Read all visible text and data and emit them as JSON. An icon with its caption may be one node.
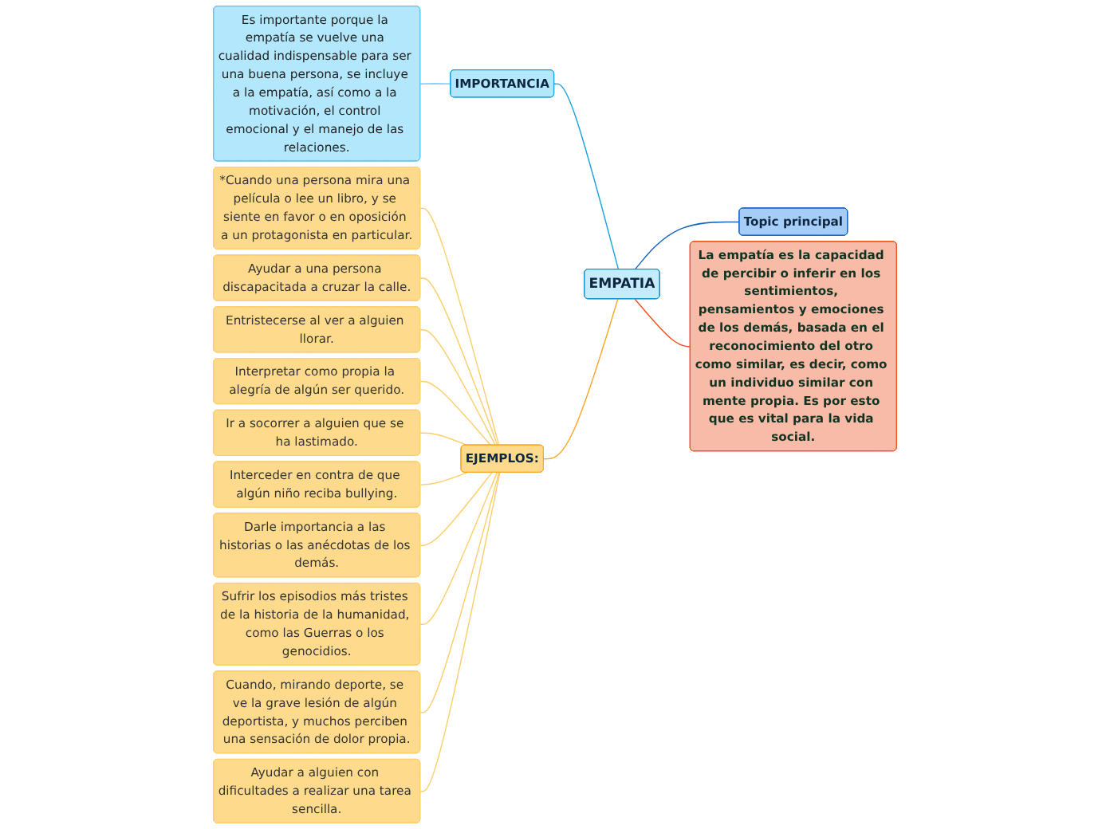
{
  "diagram": {
    "nodes": [
      {
        "text": [
          "EMPATIA"
        ]
      },
      {
        "text": [
          "Topic principal"
        ]
      },
      {
        "text": [
          "IMPORTANCIA"
        ]
      },
      {
        "text": [
          "Es importante porque la empatía se vuelve una cualidad indispensable para ser una buena persona, se incluye a la empatía, así como a la motivación, el control emocional y el manejo de las relaciones."
        ]
      },
      {
        "text": [
          "La empatía es la capacidad de percibir o inferir en los sentimientos, pensamientos y emociones de los demás, basada en el reconocimiento del otro como similar, es decir, como un individuo similar con mente propia. Es por esto que es vital para la vida social."
        ]
      },
      {
        "text": [
          "EJEMPLOS:"
        ]
      },
      {
        "text": [
          "*Cuando una persona mira una película o lee un libro, y se siente en favor o en oposición a un protagonista en particular."
        ]
      },
      {
        "text": [
          "Ayudar a una persona discapacitada a cruzar la calle."
        ]
      },
      {
        "text": [
          "Entristecerse al ver a alguien llorar."
        ]
      },
      {
        "text": [
          "Interpretar como propia la alegría de algún ser querido."
        ]
      },
      {
        "text": [
          "Ir a socorrer a alguien que se ha lastimado."
        ]
      },
      {
        "text": [
          "Interceder en contra de que algún niño reciba bullying."
        ]
      },
      {
        "text": [
          "Darle importancia a las historias o las anécdotas de los demás."
        ]
      },
      {
        "text": [
          "Sufrir los episodios más tristes de la historia de la humanidad, como las Guerras o los genocidios."
        ]
      },
      {
        "text": [
          "Cuando, mirando deporte, se ve la grave lesión de algún deportista, y muchos perciben una sensación de dolor propia."
        ]
      },
      {
        "text": [
          "Ayudar a alguien con dificultades a realizar una tarea sencilla."
        ]
      }
    ],
    "edges": [
      {
        "from": 1,
        "to": 0,
        "arrow": "none",
        "color": "#1565c0"
      },
      {
        "from": 0,
        "to": 2,
        "arrow": "none",
        "color": "#1aa3e0"
      },
      {
        "from": 2,
        "to": 3,
        "arrow": "none",
        "color": "#5cc6f2"
      },
      {
        "from": 4,
        "to": 0,
        "arrow": "none",
        "color": "#f4511e"
      },
      {
        "from": 0,
        "to": 5,
        "arrow": "none",
        "color": "#f9a825"
      },
      {
        "from": 5,
        "to": 6,
        "arrow": "none"
      },
      {
        "from": 5,
        "to": 7,
        "arrow": "none"
      },
      {
        "from": 5,
        "to": 8,
        "arrow": "none"
      },
      {
        "from": 5,
        "to": 9,
        "arrow": "none"
      },
      {
        "from": 5,
        "to": 10,
        "arrow": "none"
      },
      {
        "from": 5,
        "to": 11,
        "arrow": "none"
      },
      {
        "from": 5,
        "to": 12,
        "arrow": "none"
      },
      {
        "from": 5,
        "to": 13,
        "arrow": "none"
      },
      {
        "from": 5,
        "to": 14,
        "arrow": "none"
      },
      {
        "from": 5,
        "to": 15,
        "arrow": "none"
      }
    ]
  }
}
